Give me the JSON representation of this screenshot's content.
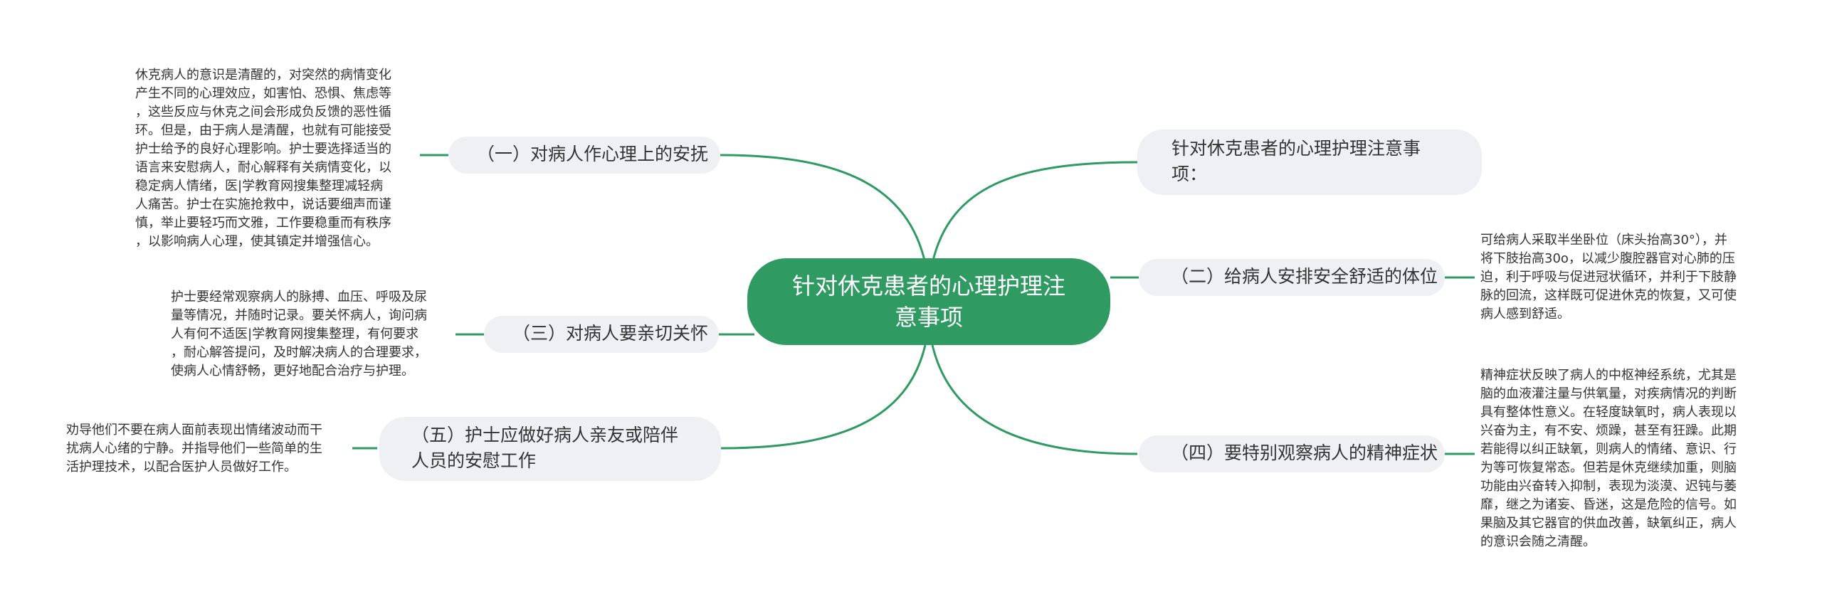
{
  "colors": {
    "accent": "#2f9a62",
    "node_bg": "#eef0f3",
    "line": "#2f9a62"
  },
  "center": {
    "title": "针对休克患者的心理护理注意事项"
  },
  "branches": {
    "b1": {
      "label": "（一）对病人作心理上的安抚",
      "note": "休克病人的意识是清醒的，对突然的病情变化\n产生不同的心理效应，如害怕、恐惧、焦虑等\n，这些反应与休克之间会形成负反馈的恶性循\n环。但是，由于病人是清醒，也就有可能接受\n护士给予的良好心理影响。护士要选择适当的\n语言来安慰病人，耐心解释有关病情变化，以\n稳定病人情绪，医|学教育网搜集整理减轻病\n人痛苦。护士在实施抢救中，说话要细声而谨\n慎，举止要轻巧而文雅，工作要稳重而有秩序\n，以影响病人心理，使其镇定并增强信心。"
    },
    "b3": {
      "label": "（三）对病人要亲切关怀",
      "note": "护士要经常观察病人的脉搏、血压、呼吸及尿\n量等情况，并随时记录。要关怀病人，询问病\n人有何不适医|学教育网搜集整理，有何要求\n，耐心解答提问，及时解决病人的合理要求，\n使病人心情舒畅，更好地配合治疗与护理。"
    },
    "b5": {
      "label": "（五）护士应做好病人亲友或陪伴人员的安慰工作",
      "note": "劝导他们不要在病人面前表现出情绪波动而干\n扰病人心绪的宁静。并指导他们一些简单的生\n活护理技术，以配合医护人员做好工作。"
    },
    "r0": {
      "label": "针对休克患者的心理护理注意事项："
    },
    "b2": {
      "label": "（二）给病人安排安全舒适的体位",
      "note": "可给病人采取半坐卧位（床头抬高30°），并\n将下肢抬高30o，以减少腹腔器官对心肺的压\n迫，利于呼吸与促进冠状循环，并利于下肢静\n脉的回流，这样既可促进休克的恢复，又可使\n病人感到舒适。"
    },
    "b4": {
      "label": "（四）要特别观察病人的精神症状",
      "note": "精神症状反映了病人的中枢神经系统，尤其是\n脑的血液灌注量与供氧量，对疾病情况的判断\n具有整体性意义。在轻度缺氧时，病人表现以\n兴奋为主，有不安、烦躁，甚至有狂躁。此期\n若能得以纠正缺氧，则病人的情绪、意识、行\n为等可恢复常态。但若是休克继续加重，则脑\n功能由兴奋转入抑制，表现为淡漠、迟钝与萎\n靡，继之为诸妄、昏迷，这是危险的信号。如\n果脑及其它器官的供血改善，缺氧纠正，病人\n的意识会随之清醒。"
    }
  }
}
